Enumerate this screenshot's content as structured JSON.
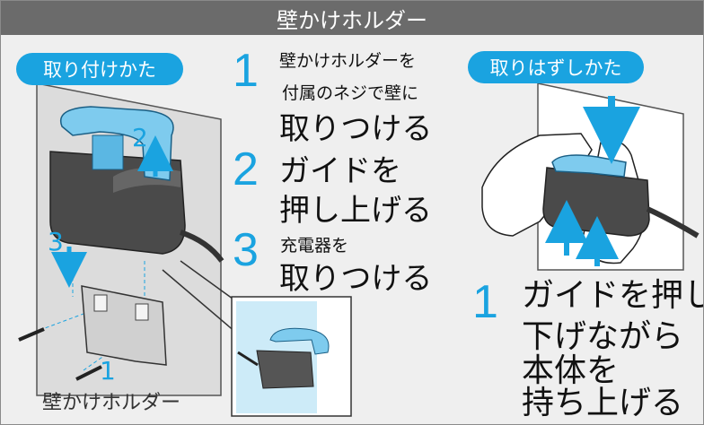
{
  "header": {
    "title": "壁かけホルダー"
  },
  "install": {
    "heading": "取り付けかた",
    "steps": [
      {
        "number": "1",
        "lines": [
          "壁かけホルダーを",
          "付属のネジで壁に",
          "取りつける"
        ]
      },
      {
        "number": "2",
        "lines": [
          "ガイドを",
          "押し上げる"
        ]
      },
      {
        "number": "3",
        "lines": [
          "充電器を",
          "取りつける"
        ]
      }
    ],
    "figure": {
      "labels": [
        "2",
        "3",
        "1"
      ],
      "caption": "壁かけホルダー"
    }
  },
  "remove": {
    "heading": "取りはずしかた",
    "step": {
      "number": "1",
      "lines": [
        "ガイドを押し",
        "下げながら",
        "本体を",
        "持ち上げる"
      ]
    }
  },
  "colors": {
    "accent": "#1aa3e0",
    "header_bg": "#6b6b6b",
    "page_bg": "#efefef",
    "device": "#4a4a4a"
  }
}
